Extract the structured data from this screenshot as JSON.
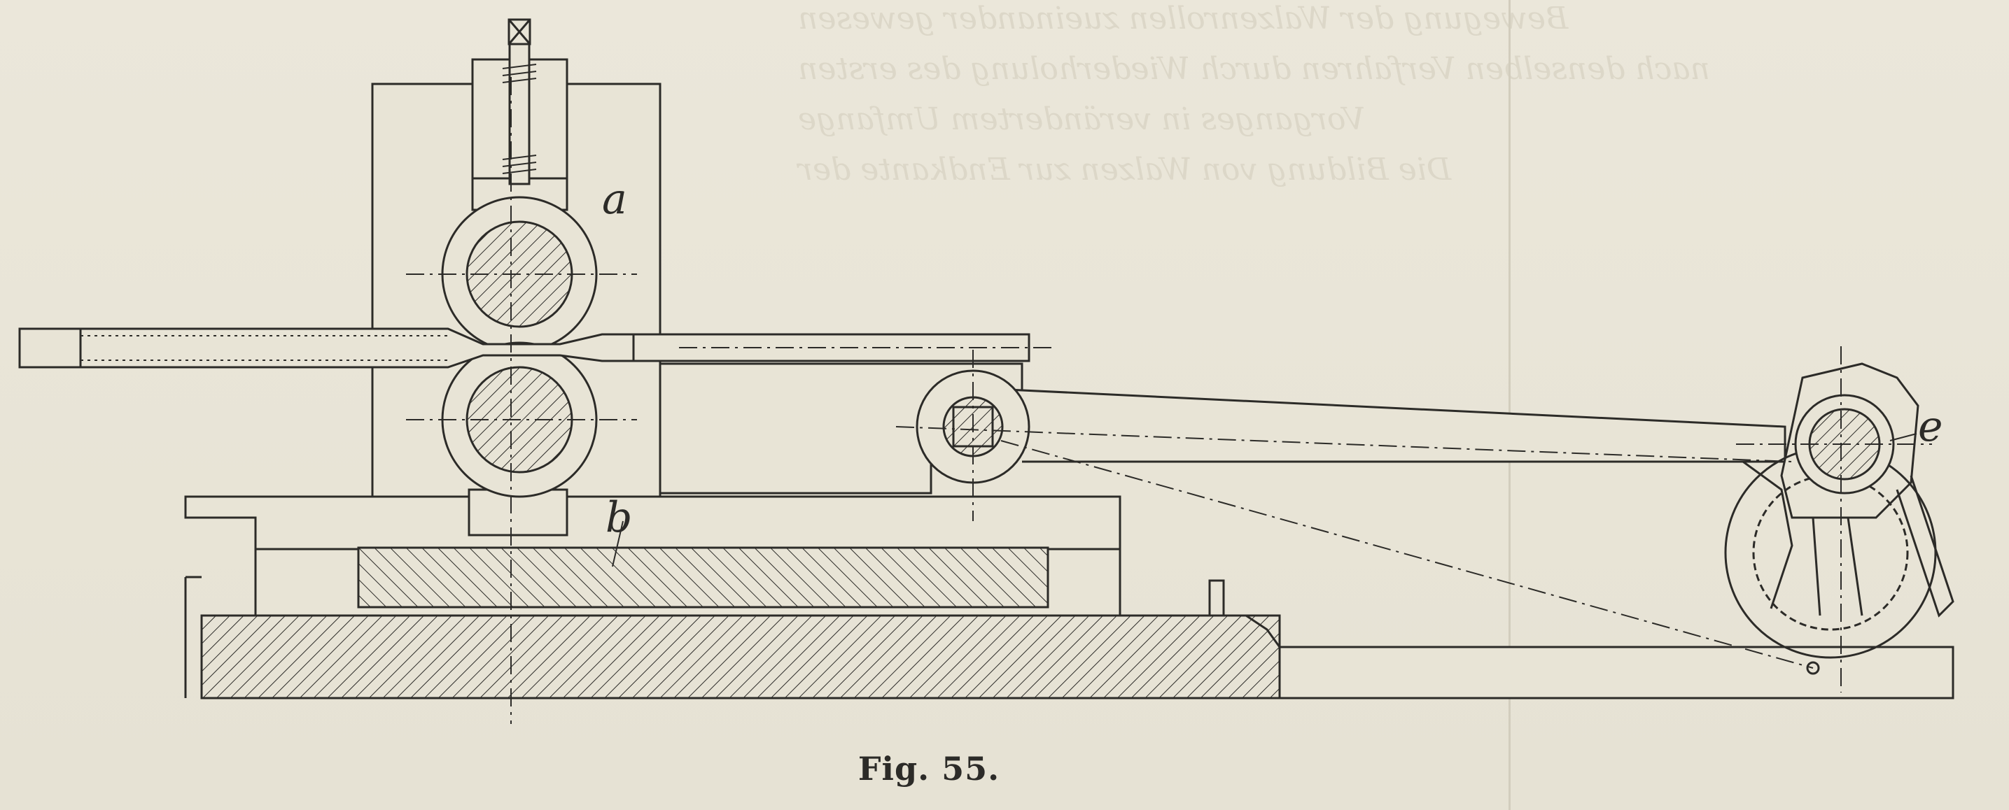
{
  "figure": {
    "caption": "Fig. 55.",
    "labels": {
      "a": "a",
      "b": "b",
      "e": "e"
    }
  },
  "show_through": {
    "lines": [
      "Bewegung der Walzenrollen zueinander gewesen",
      "nach denselben Verfahren durch Wiederholung des ersten",
      "Vorganges in verändertem Umfange",
      "Die Bildung von Walzen zur Endkante der"
    ]
  },
  "colors": {
    "paper": "#e9e5d8",
    "ink": "#2c2b28",
    "show_through": "#dcd7c8"
  }
}
